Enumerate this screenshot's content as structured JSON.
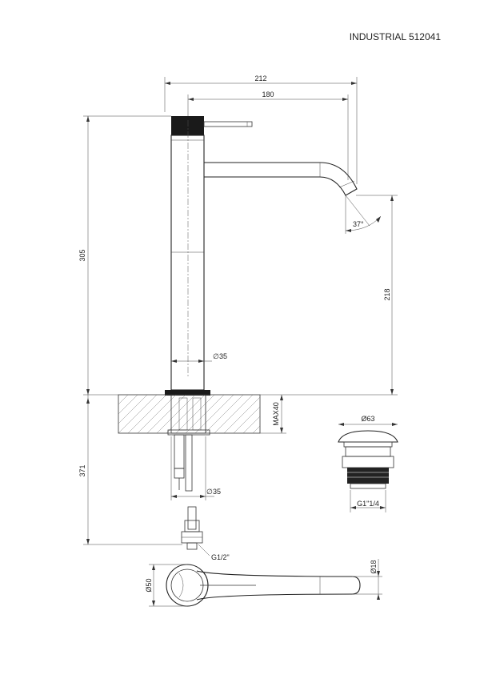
{
  "title": "INDUSTRIAL 512041",
  "dimensions": {
    "total_reach": "212",
    "spout_reach": "180",
    "total_height": "305",
    "spout_height": "218",
    "angle": "37°",
    "body_diameter": "35",
    "below_counter": "371",
    "counter_max": "MAX40",
    "shank_diameter": "35",
    "connection": "G1/2\"",
    "base_diameter": "Ø50",
    "spout_diameter": "Ø18",
    "waste_diameter": "Ø63",
    "waste_thread": "G1\"1/4"
  }
}
